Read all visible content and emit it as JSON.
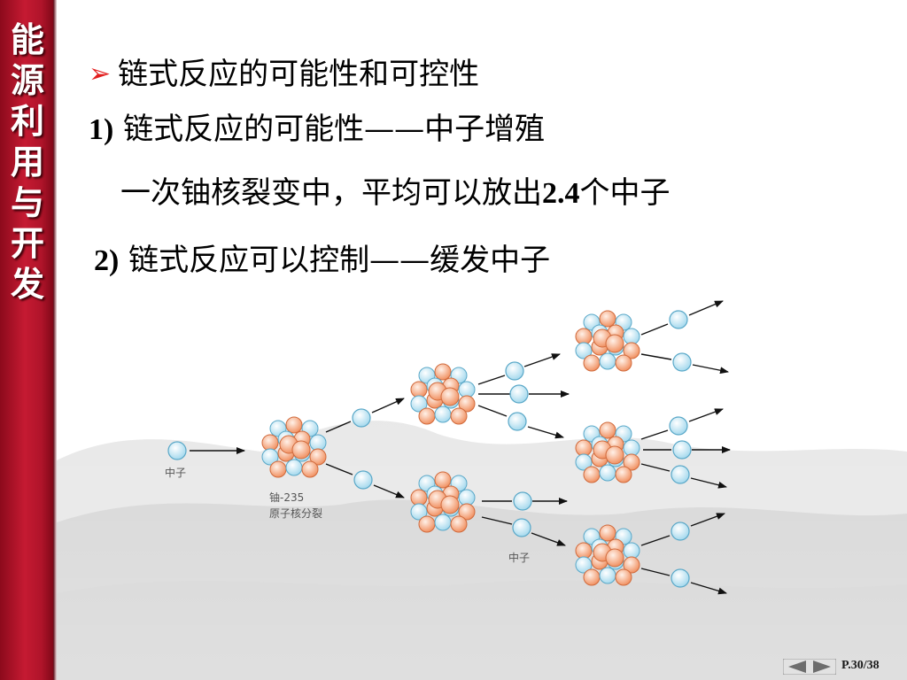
{
  "sidebar": {
    "chars": [
      "能",
      "源",
      "利",
      "用",
      "与",
      "开",
      "发"
    ]
  },
  "heading": {
    "bullet": "➢",
    "text": "链式反应的可能性和可控性"
  },
  "point1": {
    "num": "1)",
    "text": "链式反应的可能性——中子增殖"
  },
  "detail": {
    "text_a": "一次铀核裂变中，平均可以放出",
    "value": "2.4",
    "text_b": "个中子"
  },
  "point2": {
    "num": "2)",
    "text": "链式反应可以控制——缓发中子"
  },
  "diagram": {
    "label_neutron_start": "中子",
    "label_u235": "铀-235",
    "label_fission": "原子核分裂",
    "label_neutron_mid": "中子"
  },
  "footer": {
    "page": "P.30/38"
  },
  "colors": {
    "sidebar": "#b0142a",
    "bullet": "#e21e1e",
    "neutron": "#9ed6ec",
    "proton": "#f59a6c"
  }
}
